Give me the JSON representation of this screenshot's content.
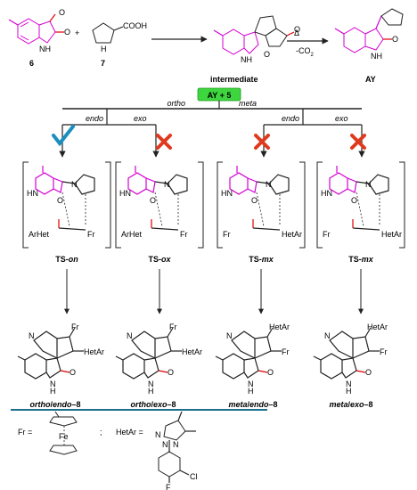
{
  "colors": {
    "reactant_highlight": "#d400d4",
    "carbonyl_oxygen": "#e00000",
    "nitrogen": "#1c1cff",
    "box_green": "#3ed63e",
    "favored_check": "#1a8fbf",
    "disfavored_cross": "#e03a1e",
    "divider_line": "#1a6f8f"
  },
  "top_reaction": {
    "compound_6": "6",
    "plus": "+",
    "compound_7": "7",
    "cooh": "COOH",
    "intermediate": "intermediate",
    "heat": "Δ",
    "co2": "-CO",
    "co2_sub": "2",
    "ay": "AY"
  },
  "branch_box": {
    "label": "AY + 5"
  },
  "regio": {
    "ortho": "ortho",
    "meta": "meta"
  },
  "stereo": {
    "endo1": "endo",
    "exo1": "exo",
    "endo2": "endo",
    "exo2": "exo"
  },
  "ts": [
    {
      "prefix": "TS-",
      "suffix": "on",
      "left_group": "ArHet",
      "right_group": "Fr",
      "outcome": "check-icon"
    },
    {
      "prefix": "TS-",
      "suffix": "ox",
      "left_group": "ArHet",
      "right_group": "Fr",
      "outcome": "cross-icon"
    },
    {
      "prefix": "TS-",
      "suffix": "mx",
      "left_group": "Fr",
      "right_group": "HetAr",
      "outcome": "cross-icon"
    },
    {
      "prefix": "TS-",
      "suffix": "mx",
      "left_group": "Fr",
      "right_group": "HetAr",
      "outcome": "cross-icon"
    }
  ],
  "products": [
    {
      "name_prefix": "ortho",
      "name_sep": "/",
      "name_stereo": "endo",
      "name_num": "–8",
      "sub1": "Fr",
      "sub2": "HetAr",
      "o": "O",
      "nh": "N",
      "h": "H"
    },
    {
      "name_prefix": "ortho",
      "name_sep": "/",
      "name_stereo": "exo",
      "name_num": "–8",
      "sub1": "Fr",
      "sub2": "HetAr",
      "o": "O",
      "nh": "N",
      "h": "H"
    },
    {
      "name_prefix": "meta",
      "name_sep": "/",
      "name_stereo": "endo",
      "name_num": "–8",
      "sub1": "HetAr",
      "sub2": "Fr",
      "o": "O",
      "nh": "N",
      "h": "H"
    },
    {
      "name_prefix": "meta",
      "name_sep": "/",
      "name_stereo": "exo",
      "name_num": "–8",
      "sub1": "HetAr",
      "sub2": "Fr",
      "o": "O",
      "nh": "N",
      "h": "H"
    }
  ],
  "legend": {
    "fr": "Fr =",
    "fe": "Fe",
    "semicolon": ";",
    "hetar": "HetAr =",
    "n": "N",
    "cl": "Cl",
    "f": "F"
  }
}
